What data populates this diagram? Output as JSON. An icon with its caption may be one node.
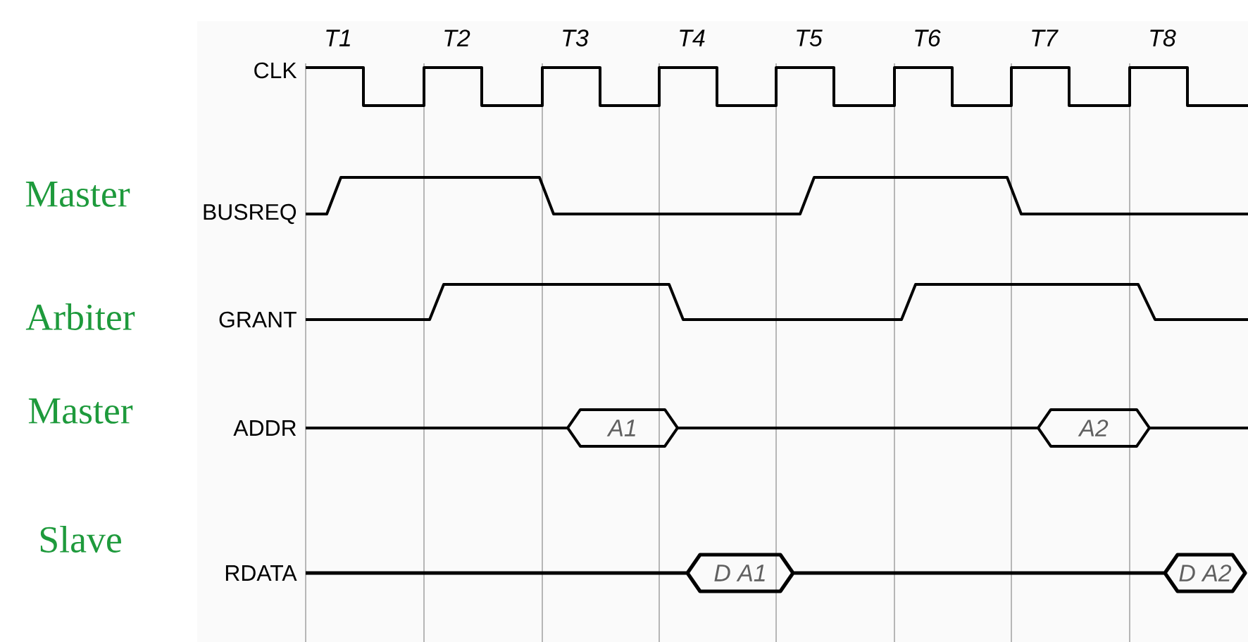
{
  "diagram": {
    "labels": [
      "T1",
      "T2",
      "T3",
      "T4",
      "T5",
      "T6",
      "T7",
      "T8",
      "CLK",
      "Master",
      "BUSREQ",
      "Arbiter",
      "GRANT",
      "Master",
      "ADDR",
      "A1",
      "A2",
      "Slave",
      "RDATA",
      "D A1",
      "D A2"
    ]
  }
}
